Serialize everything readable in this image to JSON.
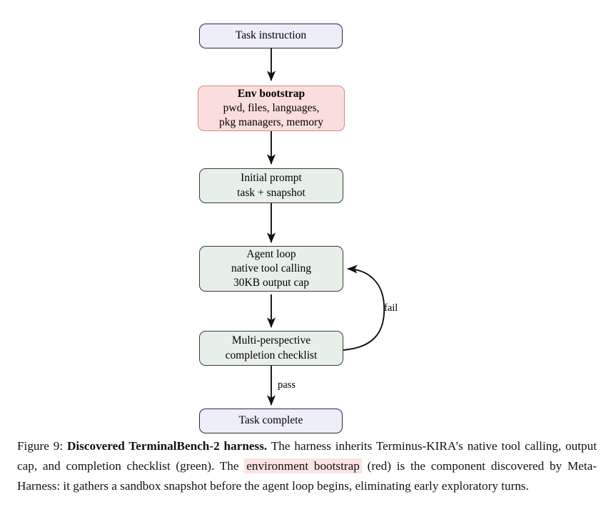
{
  "figure": {
    "diagram_type": "flowchart",
    "nodes": [
      {
        "id": "task-instruction",
        "lines": [
          "Task instruction"
        ],
        "style": "blue",
        "fill": "#eeeefa",
        "stroke": "#2b2b36"
      },
      {
        "id": "env-bootstrap",
        "lines": [
          "Env bootstrap",
          "pwd, files, languages,",
          "pkg managers, memory"
        ],
        "bold_first": true,
        "style": "red",
        "fill": "#fadedc",
        "stroke": "#d08a85"
      },
      {
        "id": "initial-prompt",
        "lines": [
          "Initial prompt",
          "task + snapshot"
        ],
        "style": "green",
        "fill": "#e7f0e8",
        "stroke": "#3a3a3a"
      },
      {
        "id": "agent-loop",
        "lines": [
          "Agent loop",
          "native tool calling",
          "30KB output cap"
        ],
        "style": "green",
        "fill": "#e7f0e8",
        "stroke": "#3a3a3a"
      },
      {
        "id": "completion-checklist",
        "lines": [
          "Multi-perspective",
          "completion checklist"
        ],
        "style": "green",
        "fill": "#e7f0e8",
        "stroke": "#3a3a3a"
      },
      {
        "id": "task-complete",
        "lines": [
          "Task complete"
        ],
        "style": "blue",
        "fill": "#eeeefa",
        "stroke": "#2b2b36"
      }
    ],
    "edge_labels": {
      "fail": "fail",
      "pass": "pass"
    }
  },
  "caption": {
    "figure_label": "Figure 9:",
    "title": "Discovered TerminalBench-2 harness.",
    "body_1": "The harness inherits Terminus-KIRA’s native tool calling, output cap, and completion checklist (green). The",
    "highlight": "environment bootstrap",
    "body_2": "(red) is the component discovered by Meta-Harness: it gathers a sandbox snapshot before the agent loop begins, eliminating early exploratory turns.",
    "highlight_color": "#fae3e1"
  }
}
